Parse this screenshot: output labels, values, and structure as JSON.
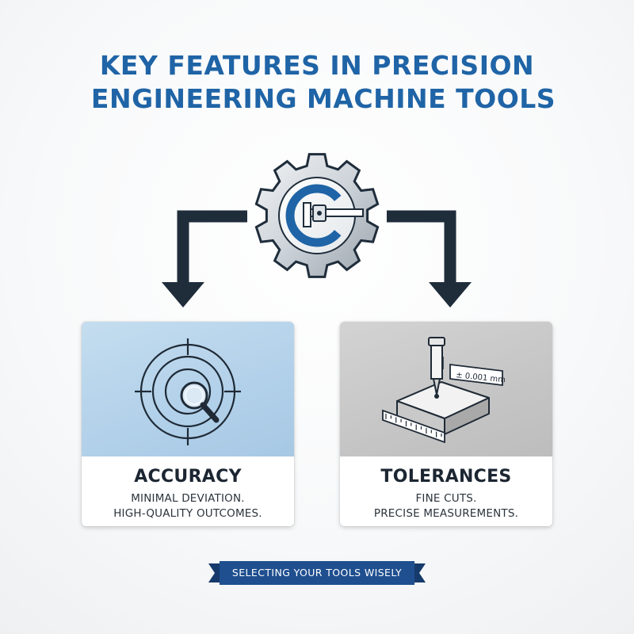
{
  "title": {
    "line1": "KEY FEATURES IN PRECISION",
    "line2": "ENGINEERING MACHINE TOOLS"
  },
  "icons": {
    "central": "gear-caliper-icon",
    "accuracy": "target-magnifier-icon",
    "tolerances": "milling-spindle-icon"
  },
  "cards": [
    {
      "id": "accuracy",
      "title": "ACCURACY",
      "desc_line1": "MINIMAL DEVIATION.",
      "desc_line2": "HIGH-QUALITY OUTCOMES."
    },
    {
      "id": "tolerances",
      "title": "TOLERANCES",
      "desc_line1": "FINE CUTS.",
      "desc_line2": "PRECISE MEASUREMENTS.",
      "measurement_label": "± 0.001 mm"
    }
  ],
  "banner": {
    "label": "SELECTING YOUR TOOLS WISELY"
  },
  "colors": {
    "title_blue": "#1f64a6",
    "arrow_dark": "#1f2d3b",
    "banner_blue": "#1f4f8f",
    "accuracy_panel": "#b3d1ea",
    "tolerances_panel": "#c5c5c5"
  }
}
